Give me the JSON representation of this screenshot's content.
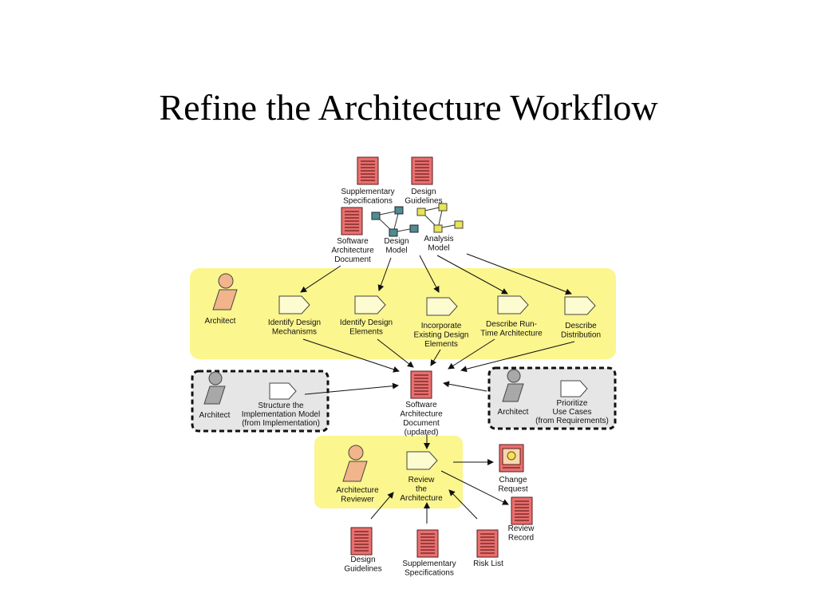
{
  "title": "Refine the Architecture Workflow",
  "colors": {
    "swimlane": "#fbf68e",
    "document": "#e8706f",
    "role": "#f2b48a",
    "activity": "#fdfbd0",
    "gray_role": "#a8a8a8"
  },
  "artifacts": {
    "supplementary_specs_top": [
      "Supplementary",
      "Specifications"
    ],
    "design_guidelines_top": [
      "Design",
      "Guidelines"
    ],
    "software_architecture_document": [
      "Software",
      "Architecture",
      "Document"
    ],
    "design_model": [
      "Design",
      "Model"
    ],
    "analysis_model": [
      "Analysis",
      "Model"
    ],
    "software_architecture_document_updated": [
      "Software",
      "Architecture",
      "Document",
      "(updated)"
    ],
    "change_request": [
      "Change",
      "Request"
    ],
    "review_record": [
      "Review",
      "Record"
    ],
    "design_guidelines_bottom": [
      "Design",
      "Guidelines"
    ],
    "supplementary_specs_bottom": [
      "Supplementary",
      "Specifications"
    ],
    "risk_list": [
      "Risk List"
    ]
  },
  "roles": {
    "architect_main": [
      "Architect"
    ],
    "architect_left": [
      "Architect"
    ],
    "architect_right": [
      "Architect"
    ],
    "architecture_reviewer": [
      "Architecture",
      "Reviewer"
    ]
  },
  "activities": {
    "identify_design_mechanisms": [
      "Identify Design",
      "Mechanisms"
    ],
    "identify_design_elements": [
      "Identify Design",
      "Elements"
    ],
    "incorporate_existing": [
      "Incorporate",
      "Existing Design",
      "Elements"
    ],
    "describe_runtime": [
      "Describe Run-",
      "Time Architecture"
    ],
    "describe_distribution": [
      "Describe",
      "Distribution"
    ],
    "structure_impl_model": [
      "Structure the",
      "Implementation Model",
      "(from Implementation)"
    ],
    "prioritize_use_cases": [
      "Prioritize",
      "Use Cases",
      "(from Requirements)"
    ],
    "review_architecture": [
      "Review",
      "the",
      "Architecture"
    ]
  }
}
